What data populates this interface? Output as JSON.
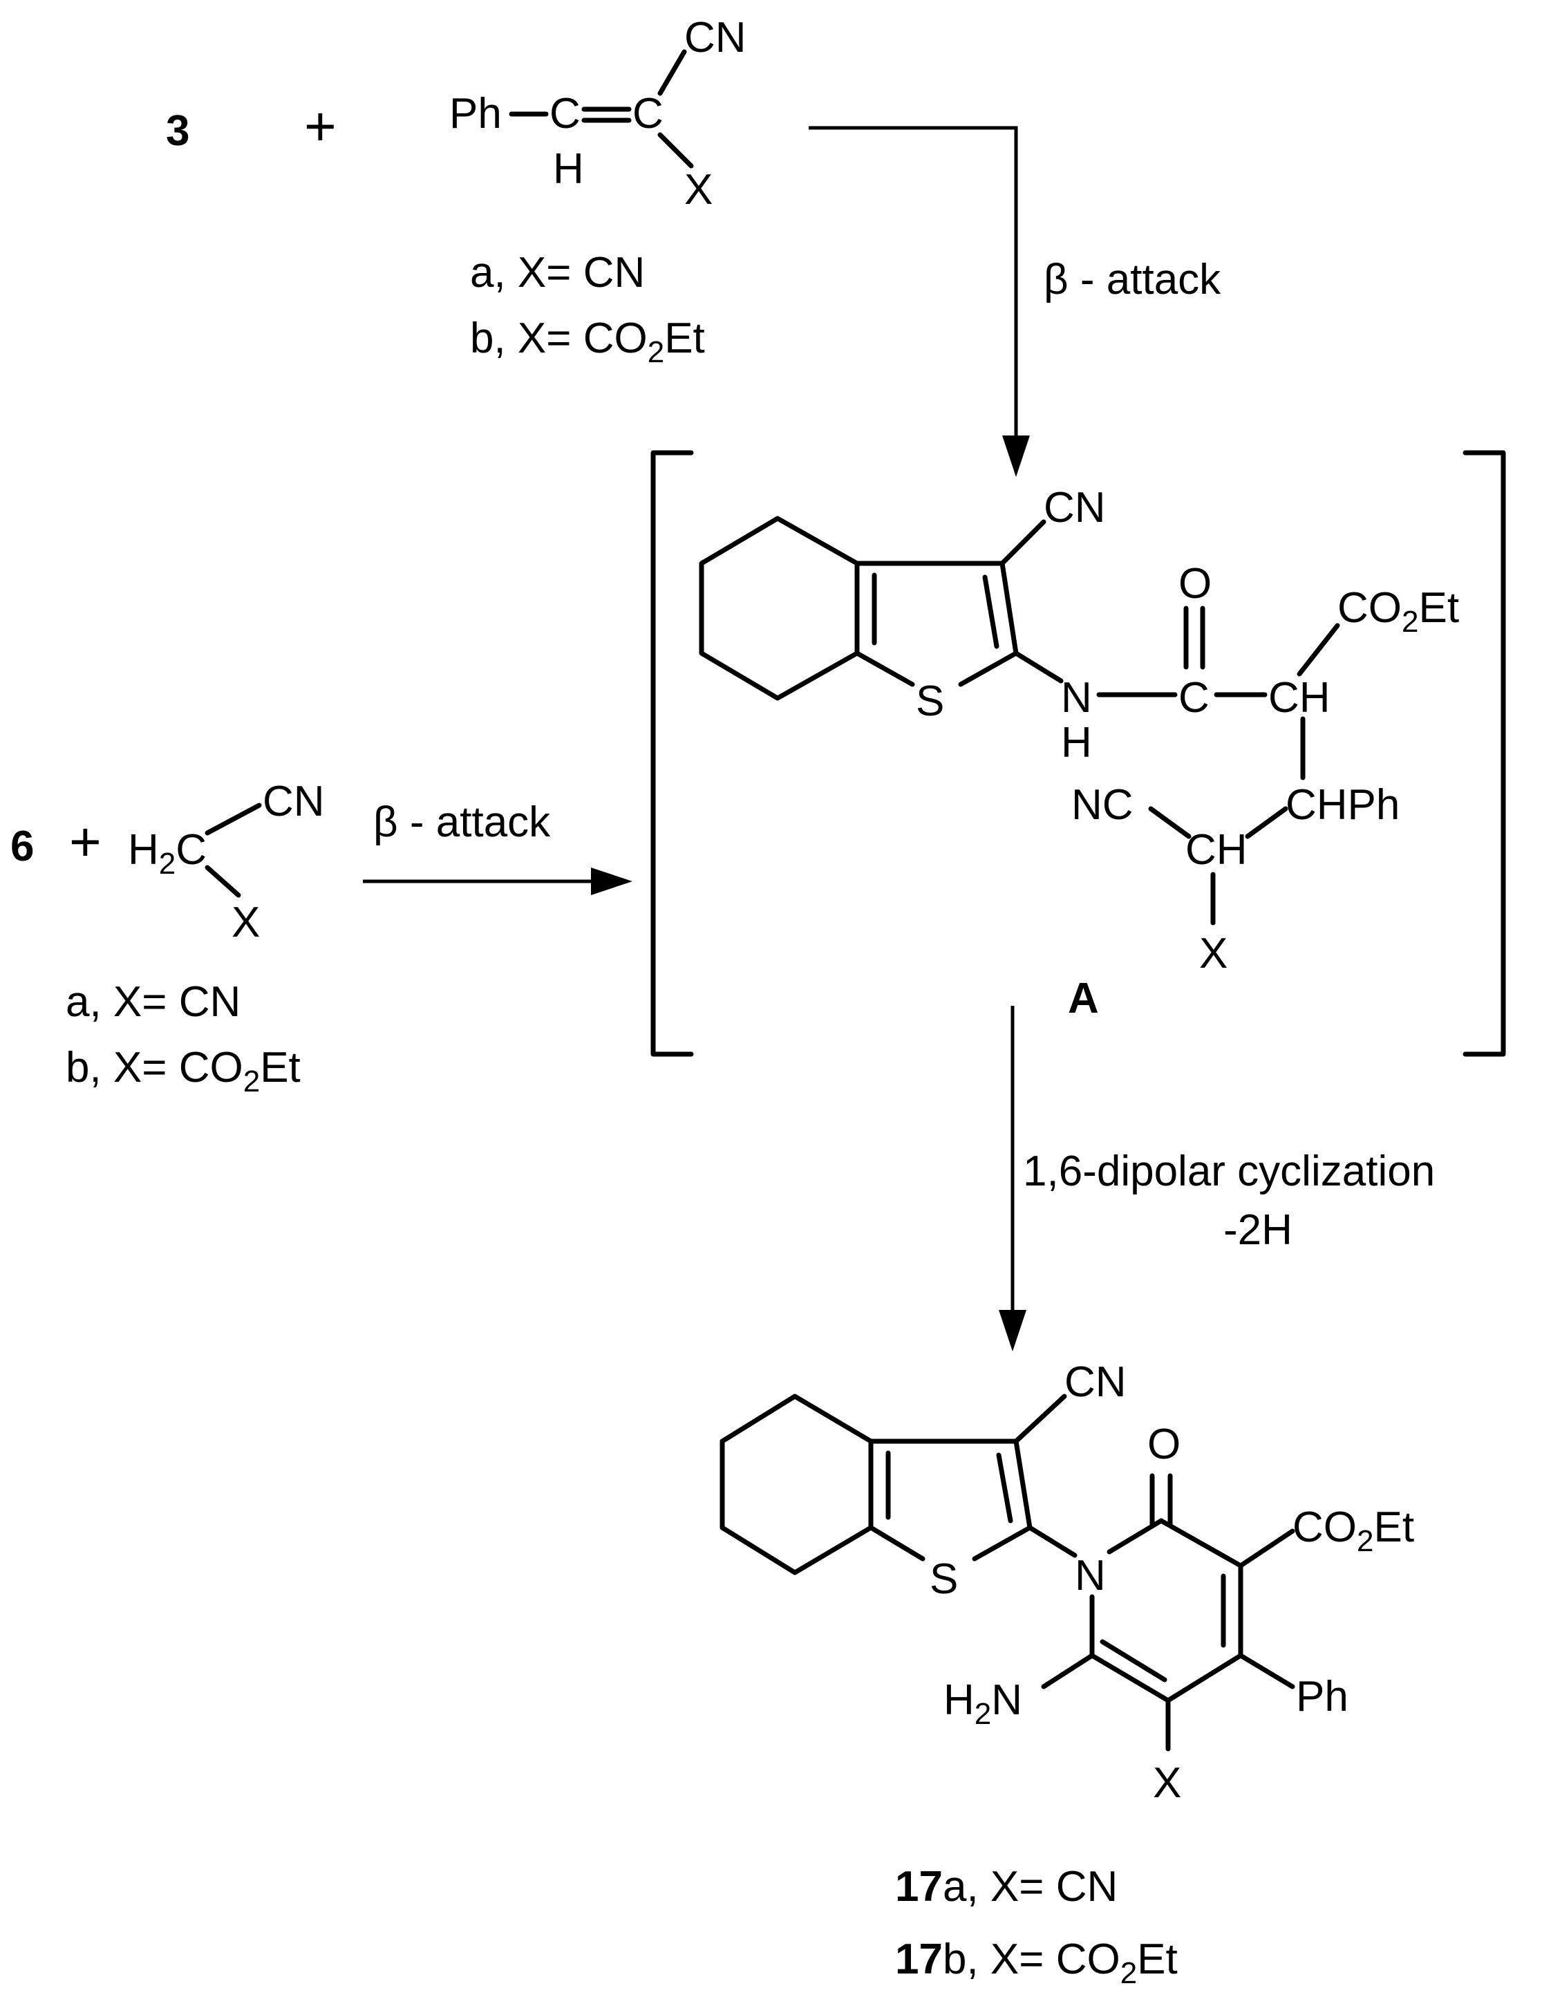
{
  "reactant_top": {
    "compound_number": "3",
    "plus": "+",
    "alkene": {
      "ph": "Ph",
      "c1": "C",
      "c2": "C",
      "h": "H",
      "cn": "CN",
      "x": "X"
    },
    "variant_a": {
      "prefix": "a, X= CN"
    },
    "variant_b": {
      "prefix": "b, X= CO",
      "sub": "2",
      "suffix": "Et"
    }
  },
  "arrow_top": {
    "label": "β - attack"
  },
  "reactant_left": {
    "compound_number": "6",
    "plus": "+",
    "h": "H",
    "h_sub": "2",
    "c": "C",
    "cn": "CN",
    "x": "X",
    "variant_a": {
      "prefix": "a, X= CN"
    },
    "variant_b": {
      "prefix": "b, X= CO",
      "sub": "2",
      "suffix": "Et"
    }
  },
  "arrow_left": {
    "label": "β - attack"
  },
  "intermediate": {
    "cn": "CN",
    "s": "S",
    "n": "N",
    "nh_h": "H",
    "o": "O",
    "c": "C",
    "ch": "CH",
    "co2et_1": "CO",
    "co2et_sub": "2",
    "co2et_2": "Et",
    "chph": "CHPh",
    "nc": "NC",
    "ch2": "CH",
    "x": "X",
    "label": "A"
  },
  "arrow_down": {
    "label_line1": "1,6-dipolar cyclization",
    "label_line2": "-2H"
  },
  "product": {
    "cn": "CN",
    "s": "S",
    "n": "N",
    "o": "O",
    "co2et_1": "CO",
    "co2et_sub": "2",
    "co2et_2": "Et",
    "ph": "Ph",
    "h": "H",
    "h_sub": "2",
    "n_amine": "N",
    "x": "X",
    "label_a": {
      "num": "17",
      "text": "a, X= CN"
    },
    "label_b": {
      "num": "17",
      "text": "b, X= CO",
      "sub": "2",
      "suffix": "Et"
    }
  }
}
